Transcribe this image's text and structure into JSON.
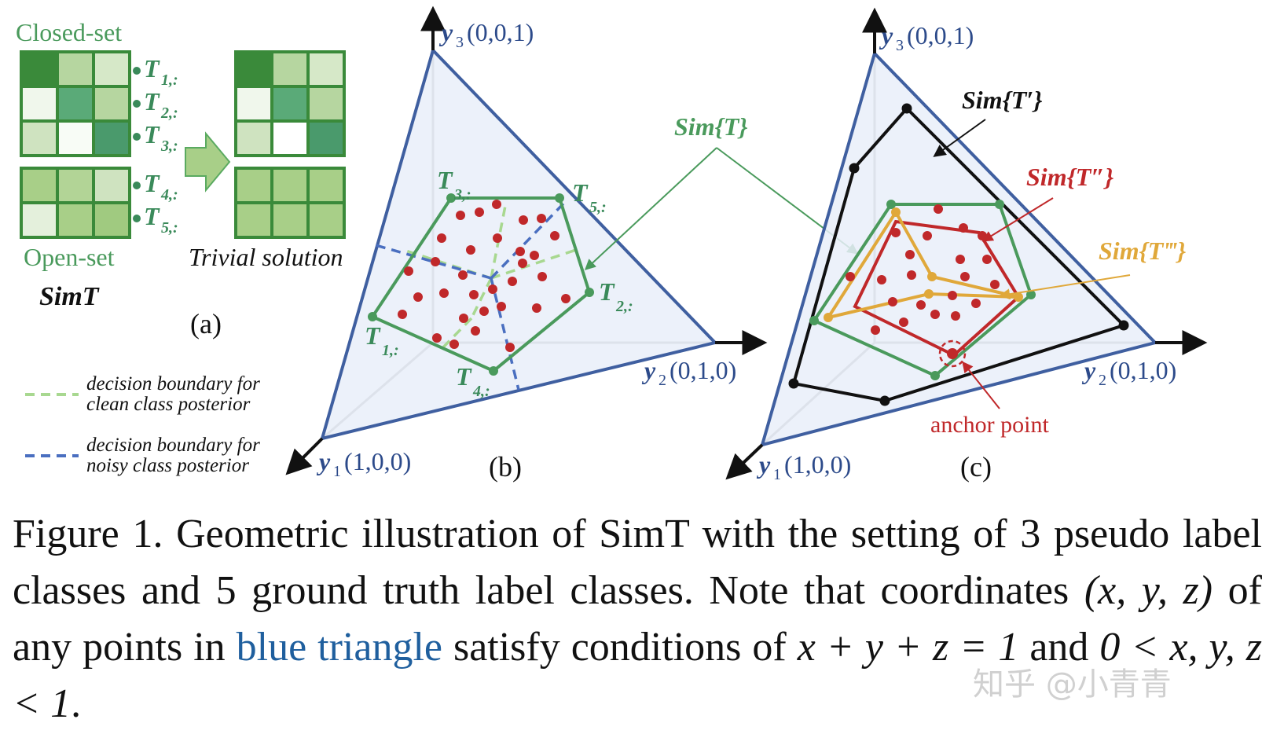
{
  "panel_a": {
    "title_closed": "Closed-set",
    "title_open": "Open-set",
    "method": "SimT",
    "arrow_label": "Trivial solution",
    "row_labels": [
      "T",
      "T",
      "T",
      "T",
      "T"
    ],
    "row_subs": [
      "1,:",
      "2,:",
      "3,:",
      "4,:",
      "5,:"
    ],
    "panel_label": "(a)",
    "legend_clean_1": "decision boundary for",
    "legend_clean_2": "clean class posterior",
    "legend_noisy_1": "decision boundary for",
    "legend_noisy_2": "noisy class posterior"
  },
  "panel_b": {
    "y3": "y",
    "y3_sub": "3",
    "y3_coord": "(0,0,1)",
    "y2": "y",
    "y2_sub": "2",
    "y2_coord": "(0,1,0)",
    "y1": "y",
    "y1_sub": "1",
    "y1_coord": "(1,0,0)",
    "sim_label": "Sim{T}",
    "vertex_labels": [
      "T",
      "T",
      "T",
      "T",
      "T"
    ],
    "vertex_subs": [
      "1,:",
      "2,:",
      "3,:",
      "4,:",
      "5,:"
    ],
    "panel_label": "(b)"
  },
  "panel_c": {
    "y3": "y",
    "y3_sub": "3",
    "y3_coord": "(0,0,1)",
    "y2": "y",
    "y2_sub": "2",
    "y2_coord": "(0,1,0)",
    "y1": "y",
    "y1_sub": "1",
    "y1_coord": "(1,0,0)",
    "sim_t1": "Sim{T′}",
    "sim_t2": "Sim{T″}",
    "sim_t3": "Sim{T‴}",
    "anchor": "anchor point",
    "panel_label": "(c)"
  },
  "caption": {
    "part1": "Figure 1.  Geometric illustration of SimT with the setting of 3 pseudo label classes and 5 ground truth label classes.  Note that coordinates ",
    "math1": "(x, y, z)",
    "part2": " of any points in ",
    "blue": "blue triangle",
    "part3": " satisfy conditions of ",
    "math2": "x + y + z = 1",
    "part4": " and ",
    "math3": "0 < x, y, z < 1",
    "part5": "."
  },
  "watermark": "知乎 @小青青",
  "colors": {
    "green": "#4a9a5c",
    "dark_green": "#3a8a3a",
    "blue_edge": "#3f5fa0",
    "face": "#e8eef8",
    "red_dot": "#c0282a",
    "light_green_dash": "#a8d890",
    "blue_dash": "#4a6fc0",
    "black": "#111111",
    "red_poly": "#c0282a",
    "orange_poly": "#e0a83a",
    "label_blue": "#2c4a8a",
    "label_green": "#3a8a5a"
  }
}
